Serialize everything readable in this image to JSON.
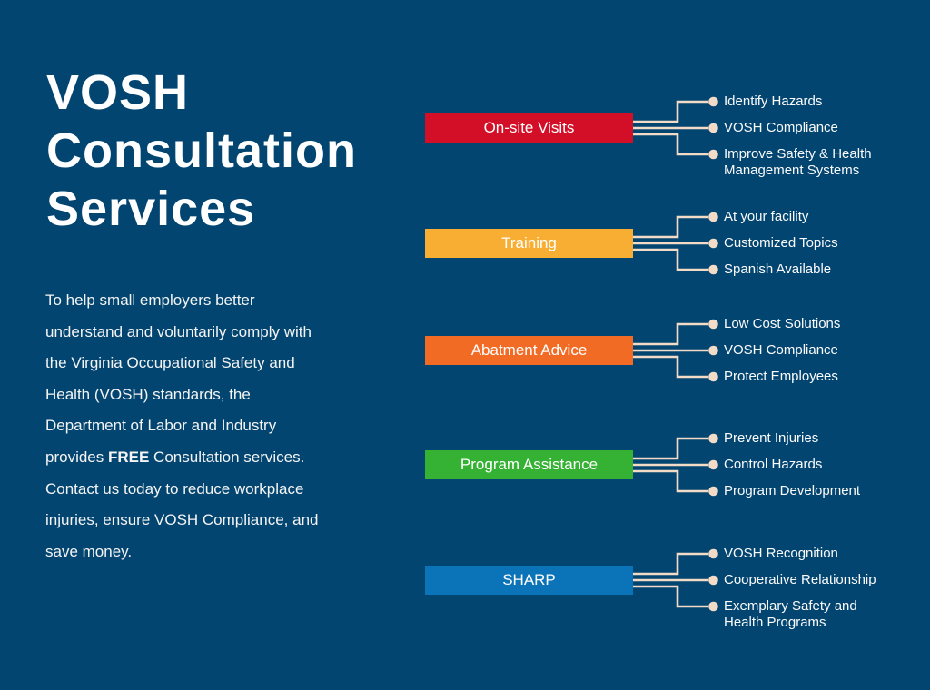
{
  "colors": {
    "background": "#034571",
    "connector": "#f3dcc7",
    "text": "#ffffff"
  },
  "title": "VOSH\nConsultation\nServices",
  "intro": {
    "part1": "To help small employers better understand and voluntarily comply with the Virginia Occupational Safety and Health (VOSH) standards, the Department of Labor and Industry provides ",
    "bold": "FREE",
    "part2": " Consultation services. Contact us today to reduce workplace injuries, ensure VOSH Compliance, and save money."
  },
  "services": [
    {
      "label": "On-site Visits",
      "color": "#d30f28",
      "bullets": [
        "Identify Hazards",
        "VOSH Compliance",
        "Improve Safety & Health\nManagement Systems"
      ]
    },
    {
      "label": "Training",
      "color": "#f8ad33",
      "bullets": [
        "At your facility",
        "Customized Topics",
        "Spanish Available"
      ]
    },
    {
      "label": "Abatment Advice",
      "color": "#f26b25",
      "bullets": [
        "Low Cost Solutions",
        "VOSH Compliance",
        "Protect Employees"
      ]
    },
    {
      "label": "Program Assistance",
      "color": "#35b233",
      "bullets": [
        "Prevent Injuries",
        "Control Hazards",
        "Program Development"
      ]
    },
    {
      "label": "SHARP",
      "color": "#0b73b8",
      "bullets": [
        "VOSH Recognition",
        "Cooperative Relationship",
        "Exemplary Safety and\nHealth Programs"
      ]
    }
  ]
}
